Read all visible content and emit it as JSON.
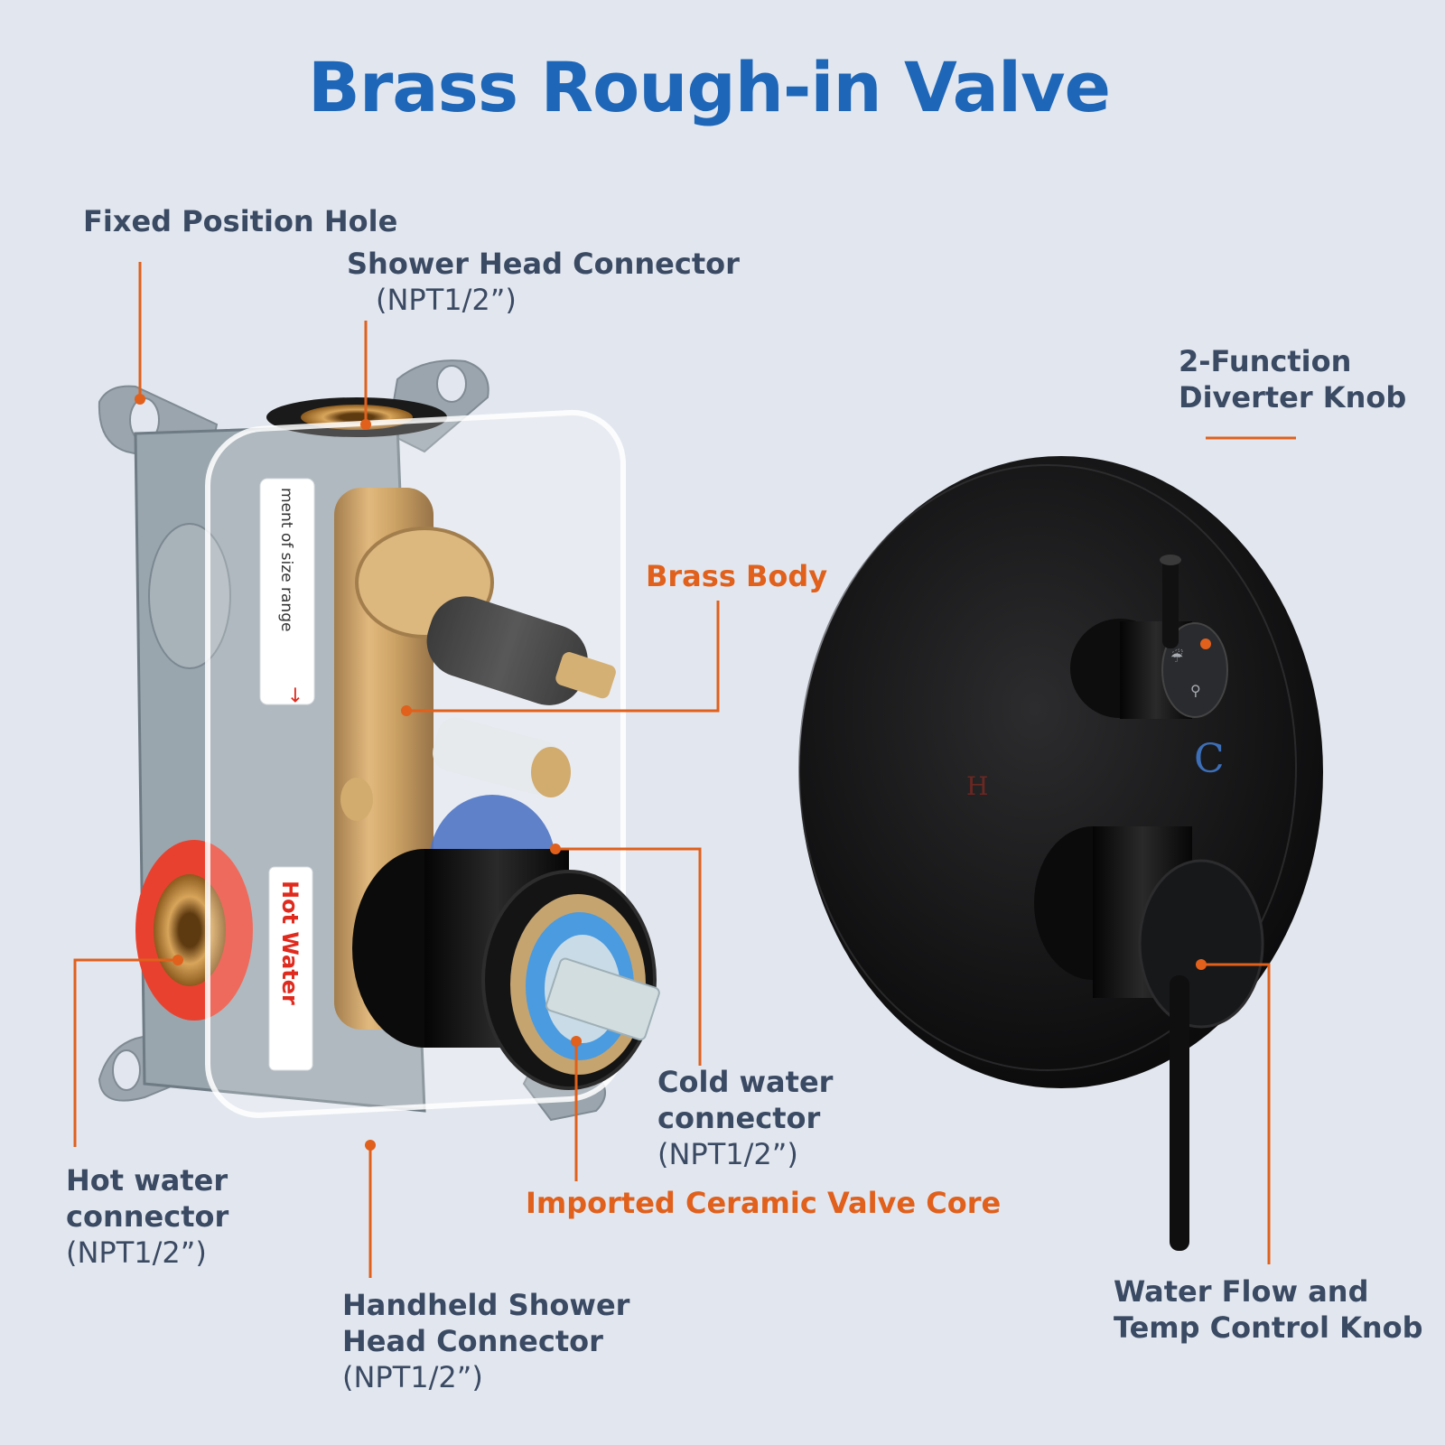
{
  "title": "Brass Rough-in Valve",
  "colors": {
    "background": "#e2e7ef",
    "title": "#1e66b8",
    "label_dark": "#3b4a63",
    "label_accent": "#e0601c",
    "leader_line": "#e0601c"
  },
  "labels": {
    "fixed_position_hole": {
      "lines": [
        "Fixed Position Hole"
      ]
    },
    "shower_head_connector": {
      "lines": [
        "Shower Head Connector"
      ],
      "sub": "(NPT1/2”)"
    },
    "diverter_knob": {
      "lines": [
        "2-Function",
        "Diverter Knob"
      ]
    },
    "brass_body": {
      "lines": [
        "Brass Body"
      ]
    },
    "cold_water_connector": {
      "lines": [
        "Cold water",
        "connector"
      ],
      "sub": "(NPT1/2”)"
    },
    "hot_water_connector": {
      "lines": [
        "Hot water",
        "connector"
      ],
      "sub": "(NPT1/2”)"
    },
    "ceramic_valve_core": {
      "lines": [
        "Imported Ceramic Valve Core"
      ]
    },
    "handheld_connector": {
      "lines": [
        "Handheld Shower",
        "Head Connector"
      ],
      "sub": "(NPT1/2”)"
    },
    "water_flow_knob": {
      "lines": [
        "Water Flow and",
        "Temp Control Knob"
      ]
    }
  },
  "product_markings": {
    "box_sticker_top": "ment of size range",
    "box_sticker_side": "Hot Water",
    "plate_cold_mark": "C",
    "plate_hot_mark": "H"
  },
  "icons": [
    "rain-shower-icon",
    "handheld-shower-icon",
    "arrow-icon"
  ]
}
